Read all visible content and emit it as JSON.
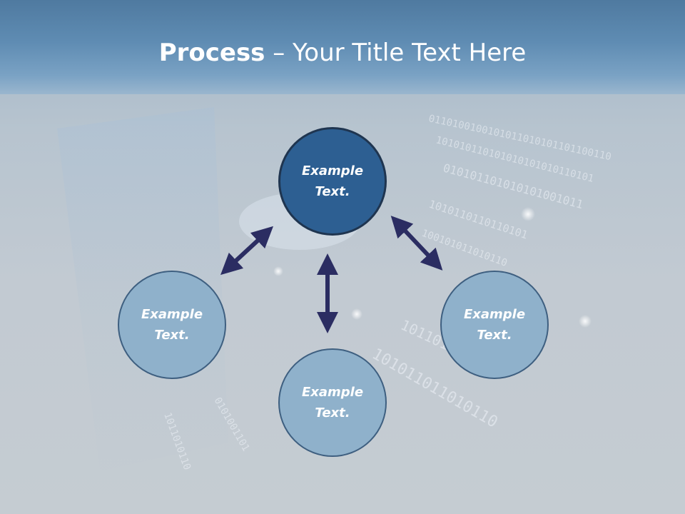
{
  "slide": {
    "title_bold": "Process",
    "title_rest": " – Your Title Text Here"
  },
  "nodes": [
    {
      "id": "top",
      "text": "Example\nText."
    },
    {
      "id": "left",
      "text": "Example\nText."
    },
    {
      "id": "bottom",
      "text": "Example\nText."
    },
    {
      "id": "right",
      "text": "Example\nText."
    }
  ],
  "colors": {
    "primary_node": "#2d5f92",
    "secondary_node": "#8fb1cb",
    "arrow": "#2b2d62",
    "header": "#5f8cb3"
  }
}
